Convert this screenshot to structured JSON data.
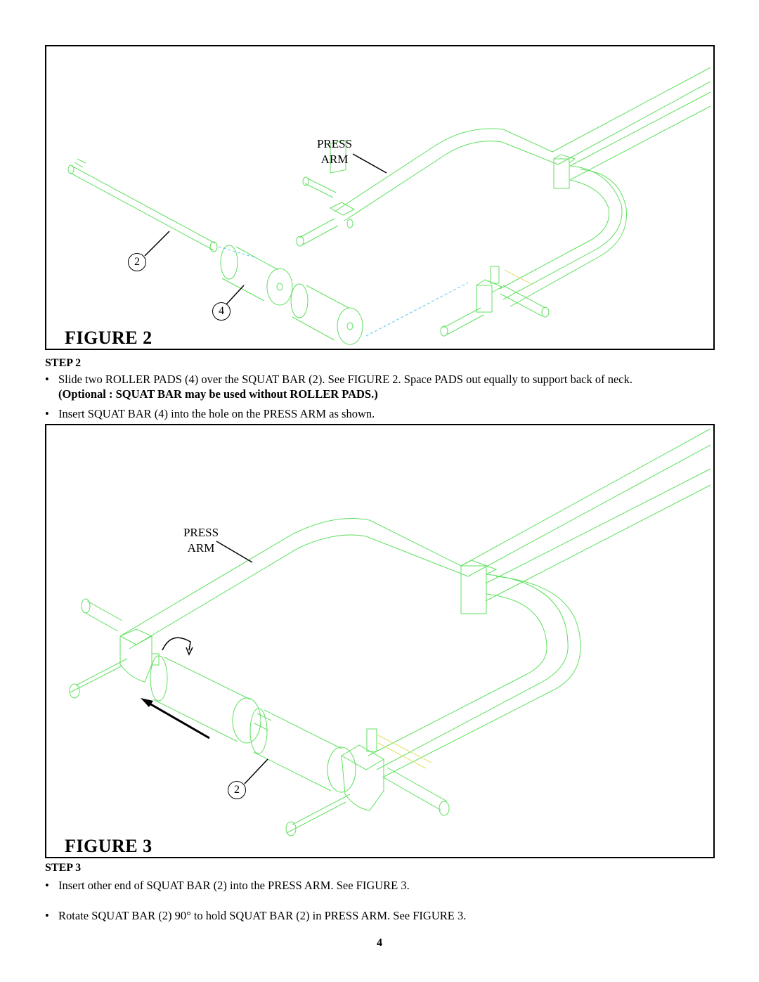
{
  "figure2": {
    "title": "FIGURE 2",
    "press_arm_label_line1": "PRESS",
    "press_arm_label_line2": "ARM",
    "callout_squat_bar": "2",
    "callout_roller_pad": "4"
  },
  "step2": {
    "heading": "STEP 2",
    "bullet1": "Slide two ROLLER PADS (4) over the SQUAT BAR (2). See FIGURE 2. Space PADS out equally to support back of neck.",
    "note": "(Optional : SQUAT BAR may be used without ROLLER PADS.)",
    "bullet2": "Insert SQUAT BAR (4) into the hole on the PRESS ARM as shown."
  },
  "figure3": {
    "title": "FIGURE 3",
    "press_arm_label_line1": "PRESS",
    "press_arm_label_line2": "ARM",
    "callout_squat_bar": "2"
  },
  "step3": {
    "heading": "STEP 3",
    "bullet1": "Insert other end of SQUAT BAR (2) into the PRESS ARM. See FIGURE 3.",
    "bullet2": "Rotate SQUAT BAR (2) 90° to hold SQUAT BAR (2) in PRESS ARM. See FIGURE 3."
  },
  "bullet_glyph": "•",
  "page_number": "4",
  "colors": {
    "drawing_line": "#5fe05f",
    "text": "#000000",
    "dashed_guide": "#62c8e8"
  }
}
